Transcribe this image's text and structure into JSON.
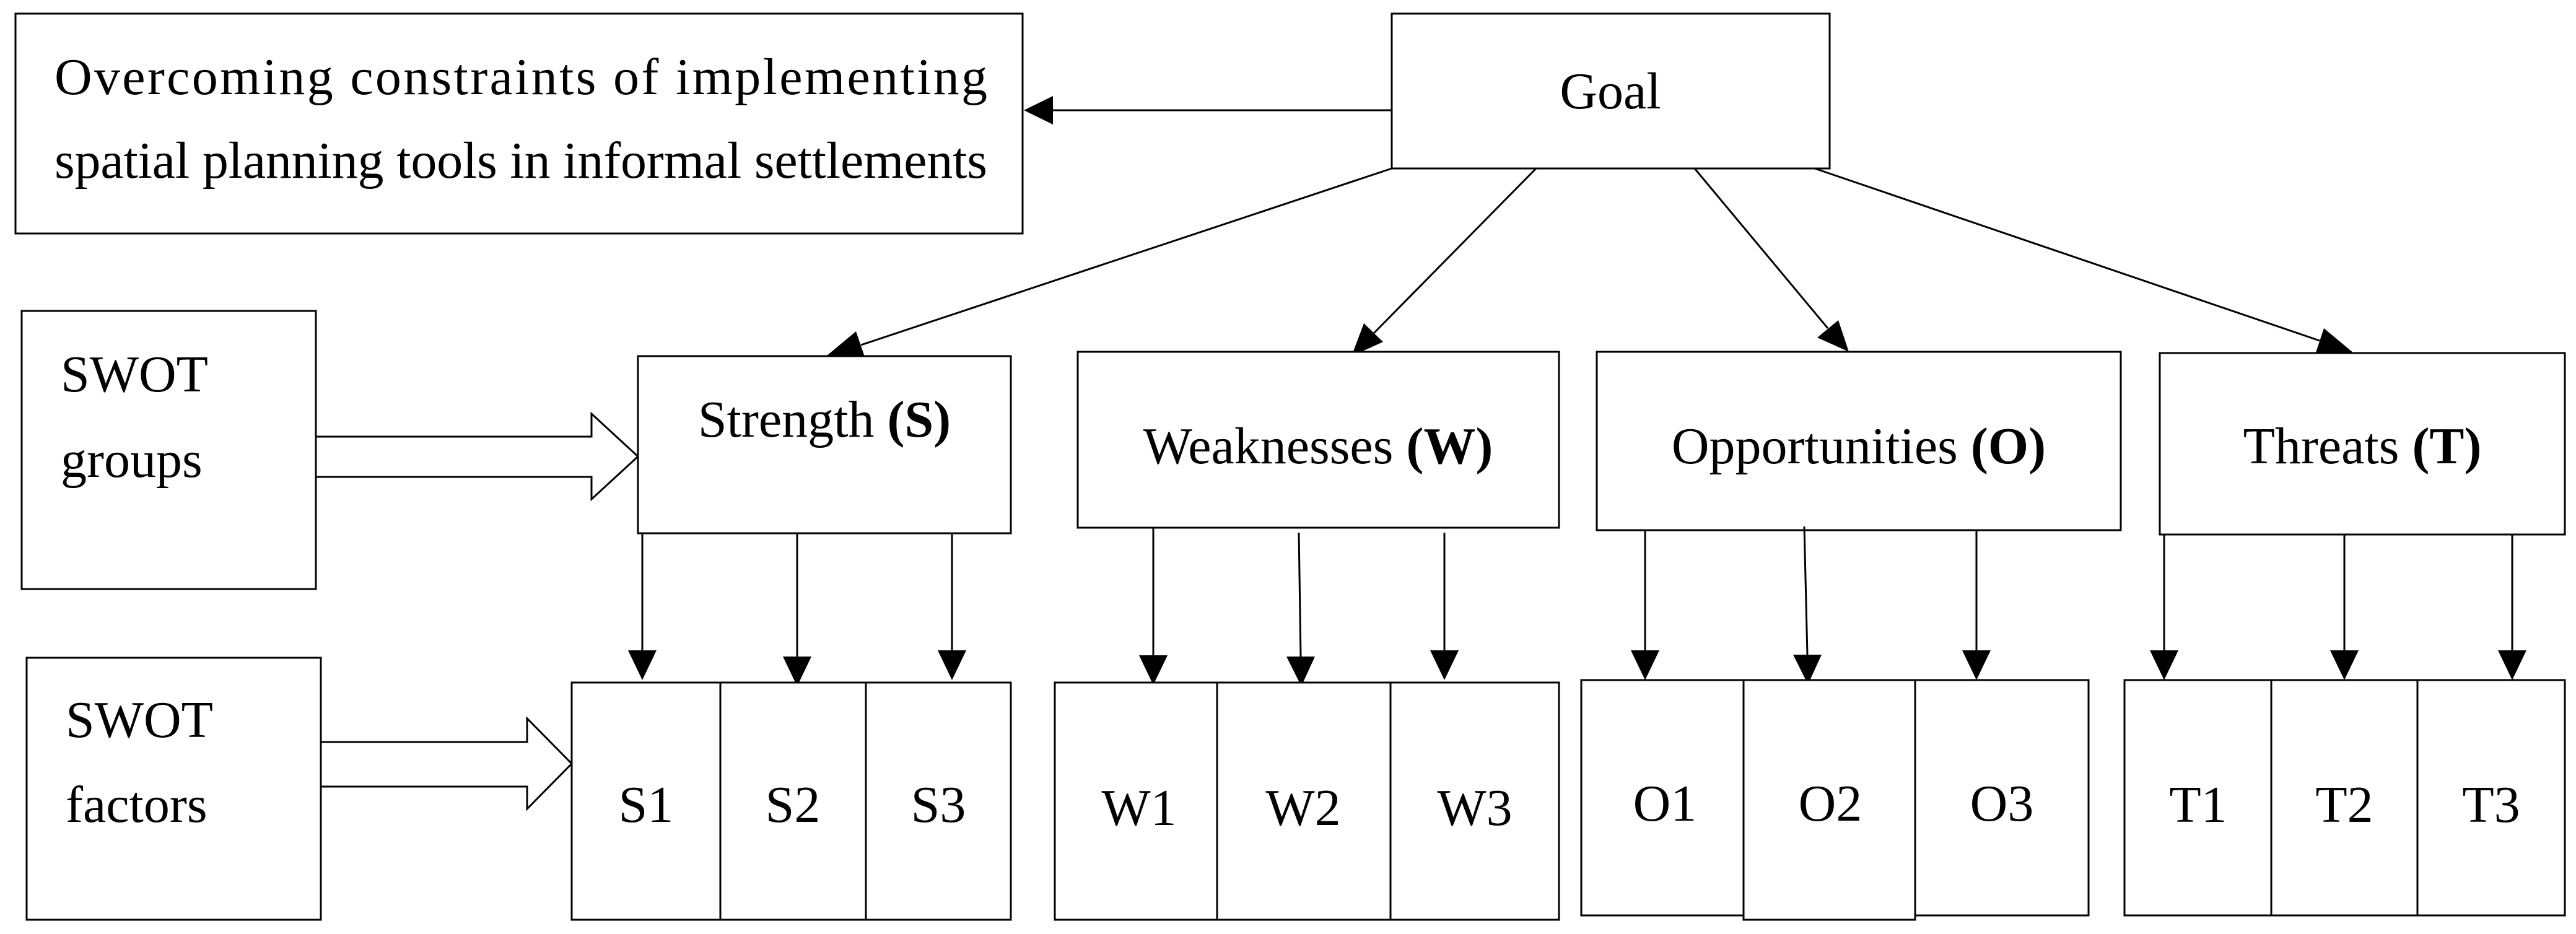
{
  "goal": {
    "label": "Goal",
    "description_line1": "Overcoming constraints of implementing",
    "description_line2": "spatial planning tools in informal settlements"
  },
  "side_labels": {
    "groups_line1": "SWOT",
    "groups_line2": "groups",
    "factors_line1": "SWOT",
    "factors_line2": "factors"
  },
  "groups": [
    {
      "name": "Strength",
      "code": "(S)",
      "factors": [
        "S1",
        "S2",
        "S3"
      ]
    },
    {
      "name": "Weaknesses",
      "code": "(W)",
      "factors": [
        "W1",
        "W2",
        "W3"
      ]
    },
    {
      "name": "Opportunities",
      "code": "(O)",
      "factors": [
        "O1",
        "O2",
        "O3"
      ]
    },
    {
      "name": "Threats",
      "code": "(T)",
      "factors": [
        "T1",
        "T2",
        "T3"
      ]
    }
  ]
}
